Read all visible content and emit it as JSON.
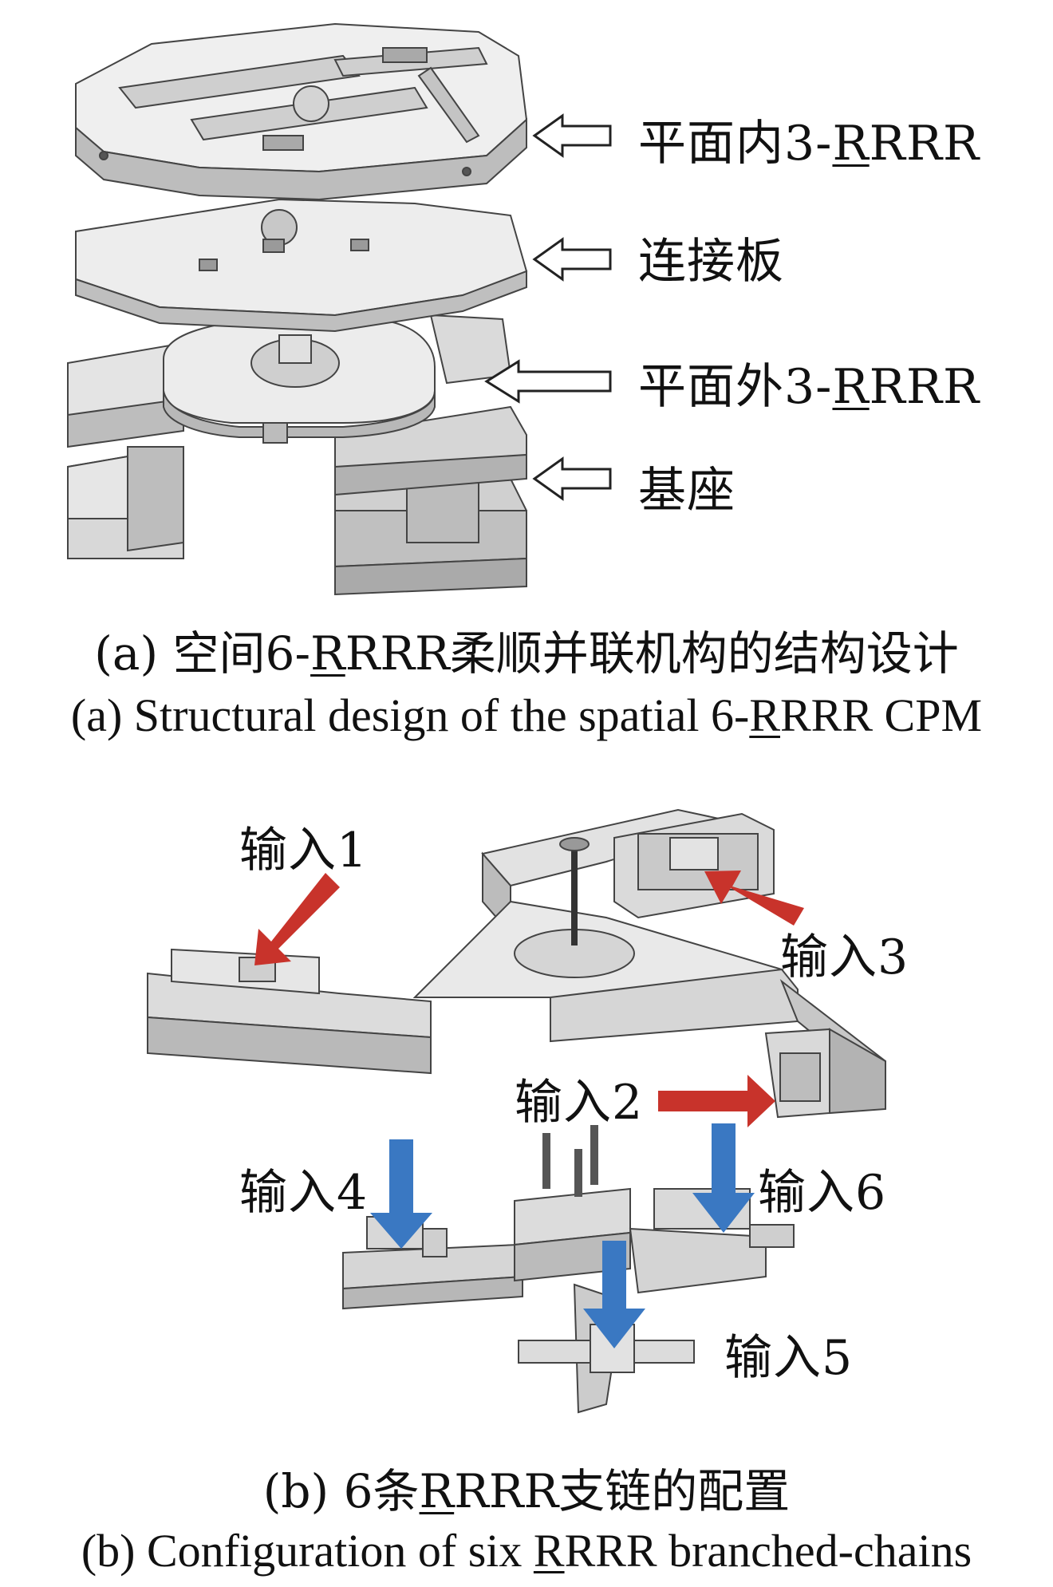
{
  "panel_a": {
    "labels": [
      {
        "prefix": "平面内3-",
        "under": "R",
        "suffix": "RRR"
      },
      {
        "prefix": "连接板",
        "under": "",
        "suffix": ""
      },
      {
        "prefix": "平面外3-",
        "under": "R",
        "suffix": "RRR"
      },
      {
        "prefix": "基座",
        "under": "",
        "suffix": ""
      }
    ],
    "caption_cn": {
      "prefix": "(a)  空间6-",
      "under": "R",
      "suffix": "RRR柔顺并联机构的结构设计"
    },
    "caption_en": {
      "prefix": "(a)  Structural design of the spatial 6-",
      "under": "R",
      "suffix": "RRR CPM"
    }
  },
  "panel_b": {
    "inputs": [
      "输入1",
      "输入2",
      "输入3",
      "输入4",
      "输入5",
      "输入6"
    ],
    "input_colors": {
      "red": "#c8332b",
      "blue": "#3a78c2"
    },
    "caption_cn": {
      "prefix": "(b)  6条",
      "under": "R",
      "suffix": "RRR支链的配置"
    },
    "caption_en": {
      "prefix": "(b)  Configuration of six ",
      "under": "R",
      "suffix": "RRR branched-chains"
    }
  }
}
